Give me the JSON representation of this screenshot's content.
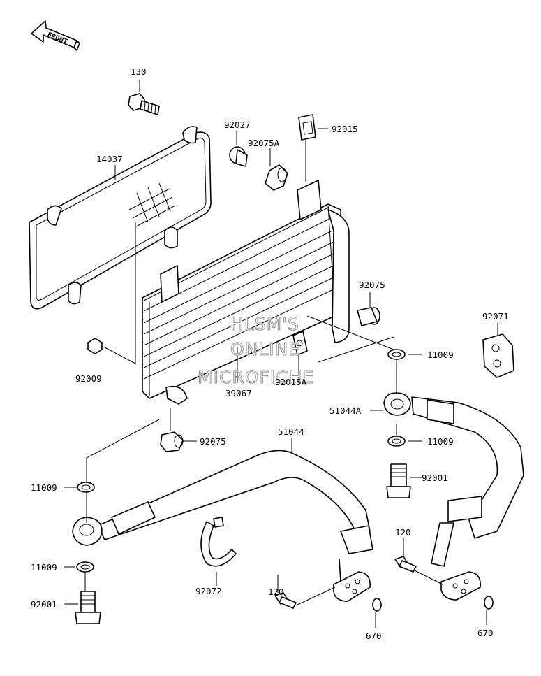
{
  "front_arrow_text": "FRONT",
  "watermark": [
    "HLSM'S",
    "ONLINE",
    "MICROFICHE"
  ],
  "labels": {
    "p130": "130",
    "p14037": "14037",
    "p92027": "92027",
    "p92015": "92015",
    "p92075A": "92075A",
    "p92075_upper": "92075",
    "p92071": "92071",
    "p92009": "92009",
    "p11009_a": "11009",
    "p92015A": "92015A",
    "p39067": "39067",
    "p51044A": "51044A",
    "p92075_lower": "92075",
    "p51044": "51044",
    "p11009_b": "11009",
    "p11009_c": "11009",
    "p92001_right": "92001",
    "p11009_d": "11009",
    "p92001_left": "92001",
    "p120_right": "120",
    "p92072": "92072",
    "p120_mid": "120",
    "p670_mid": "670",
    "p670_right": "670"
  }
}
